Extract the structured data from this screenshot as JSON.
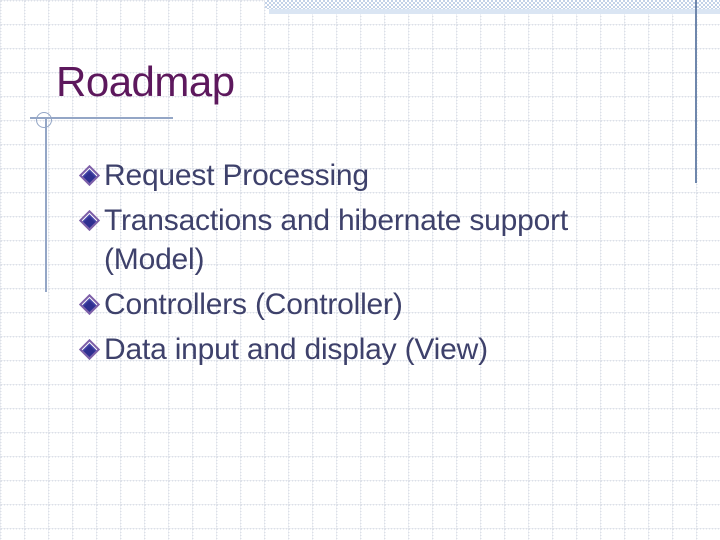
{
  "slide": {
    "title": "Roadmap",
    "bullets": [
      {
        "text": "Request Processing"
      },
      {
        "text": "Transactions and hibernate support (Model)"
      },
      {
        "text": "Controllers (Controller)"
      },
      {
        "text": "Data input and display (View)"
      }
    ]
  },
  "colors": {
    "title": "#5D185D",
    "body_text": "#3E416B",
    "bullet_fill": "#2F2F90",
    "bullet_outline": "#7D5FA8",
    "decor_line": "#94A6C6",
    "right_line": "#6F87AC",
    "band_checker": "#C3D2E8",
    "band_solid": "#DAE5F3"
  }
}
